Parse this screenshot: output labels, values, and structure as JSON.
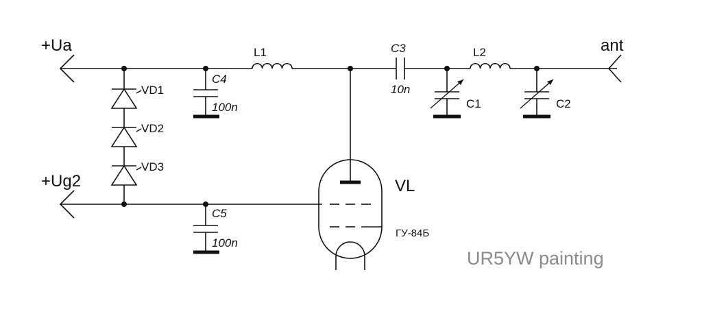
{
  "terminals": {
    "ua": "+Ua",
    "ug2": "+Ug2",
    "ant": "ant"
  },
  "diodes": [
    "VD1",
    "VD2",
    "VD3"
  ],
  "capacitors": {
    "c4": {
      "name": "C4",
      "value": "100n"
    },
    "c5": {
      "name": "C5",
      "value": "100n"
    },
    "c3": {
      "name": "C3",
      "value": "10n"
    },
    "c1": {
      "name": "C1"
    },
    "c2": {
      "name": "C2"
    }
  },
  "inductors": {
    "l1": "L1",
    "l2": "L2"
  },
  "tube": {
    "ref": "VL",
    "type": "ГУ-84Б"
  },
  "credit": "UR5YW painting",
  "colors": {
    "line": "#111111",
    "credit": "#8a8a8a",
    "background": "#ffffff"
  }
}
